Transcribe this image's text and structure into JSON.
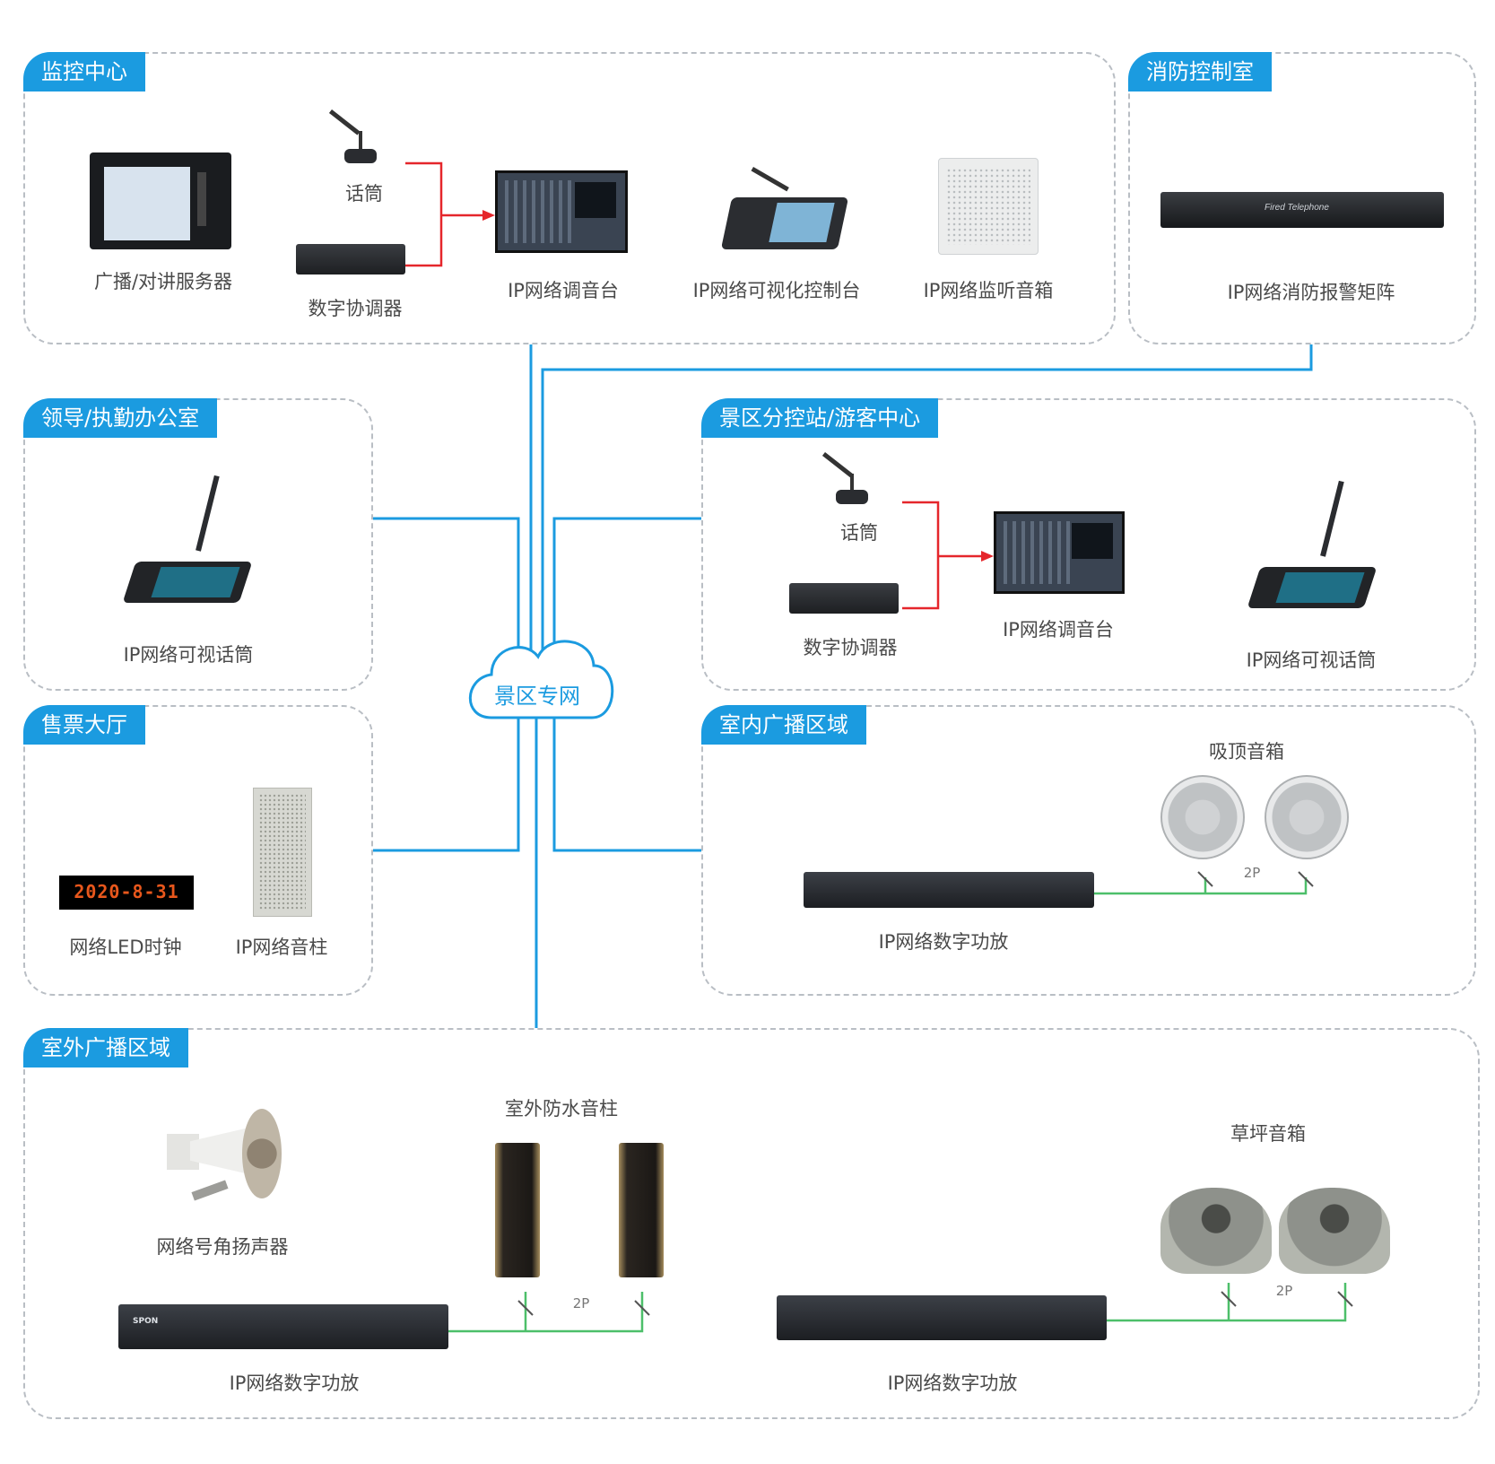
{
  "network": {
    "cloud_label": "景区专网",
    "line_color": "#1b9be0",
    "tag_color": "#1b9be0"
  },
  "zones": {
    "monitor": {
      "title": "监控中心",
      "devices": {
        "server": "广播/对讲服务器",
        "mic": "话筒",
        "coordinator": "数字协调器",
        "mixer": "IP网络调音台",
        "console": "IP网络可视化控制台",
        "monitor_speaker": "IP网络监听音箱"
      }
    },
    "fire": {
      "title": "消防控制室",
      "devices": {
        "matrix": "IP网络消防报警矩阵",
        "matrix_brand": "Fired Telephone"
      }
    },
    "leader": {
      "title": "领导/执勤办公室",
      "devices": {
        "visual_mic": "IP网络可视话筒"
      }
    },
    "branch": {
      "title": "景区分控站/游客中心",
      "devices": {
        "mic": "话筒",
        "coordinator": "数字协调器",
        "mixer": "IP网络调音台",
        "visual_mic": "IP网络可视话筒"
      }
    },
    "ticket": {
      "title": "售票大厅",
      "devices": {
        "led_clock": "网络LED时钟",
        "led_display": "2020-8-31",
        "column_speaker": "IP网络音柱"
      }
    },
    "indoor": {
      "title": "室内广播区域",
      "devices": {
        "ceiling_speaker": "吸顶音箱",
        "amplifier": "IP网络数字功放",
        "wire": "2P"
      }
    },
    "outdoor": {
      "title": "室外广播区域",
      "devices": {
        "horn": "网络号角扬声器",
        "waterproof_column": "室外防水音柱",
        "amplifier_left": "IP网络数字功放",
        "wire_left": "2P",
        "lawn_speaker": "草坪音箱",
        "amplifier_right": "IP网络数字功放",
        "wire_right": "2P",
        "amp_brand": "SPON"
      }
    }
  }
}
